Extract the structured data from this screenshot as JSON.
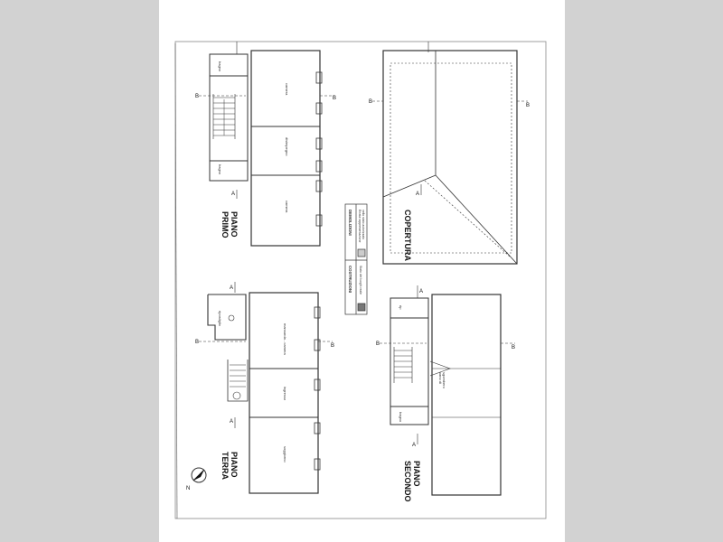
{
  "plans": {
    "primo": {
      "title_l1": "PIANO",
      "title_l2": "PRIMO",
      "rooms": {
        "bagno_top": "bagno",
        "camera": "camera",
        "disimpegno": "disimpegno",
        "bagno_bottom": "bagno",
        "camera_bottom": "camera"
      }
    },
    "terra": {
      "title_l1": "PIANO",
      "title_l2": "TERRA",
      "rooms": {
        "ripostiglio": "ripostiglio",
        "mansarda": "mansarda - camera",
        "ingresso": "ingresso",
        "soggiorno": "soggiorno"
      }
    },
    "copertura": {
      "title": "COPERTURA"
    },
    "secondo": {
      "title_l1": "PIANO",
      "title_l2": "SECONDO",
      "rooms": {
        "rip": "rip",
        "vano_l1": "vano di",
        "vano_l2": "sgombero",
        "bagno": "bagno"
      }
    }
  },
  "legend": {
    "demolizioni": "DEMOLIZIONI",
    "demolizioni_desc_l1": "Errata rappresentazione",
    "demolizioni_desc_l2": "nello stato autorizzato",
    "costruzioni": "COSTRUZIONI",
    "costruzioni_desc": "Stato dei luoghi reale"
  },
  "sections": {
    "a": "A",
    "b": "B"
  },
  "compass": {
    "north": "N"
  },
  "colors": {
    "line": "#333333",
    "paper": "#ffffff",
    "margin": "#d2d2d2"
  }
}
